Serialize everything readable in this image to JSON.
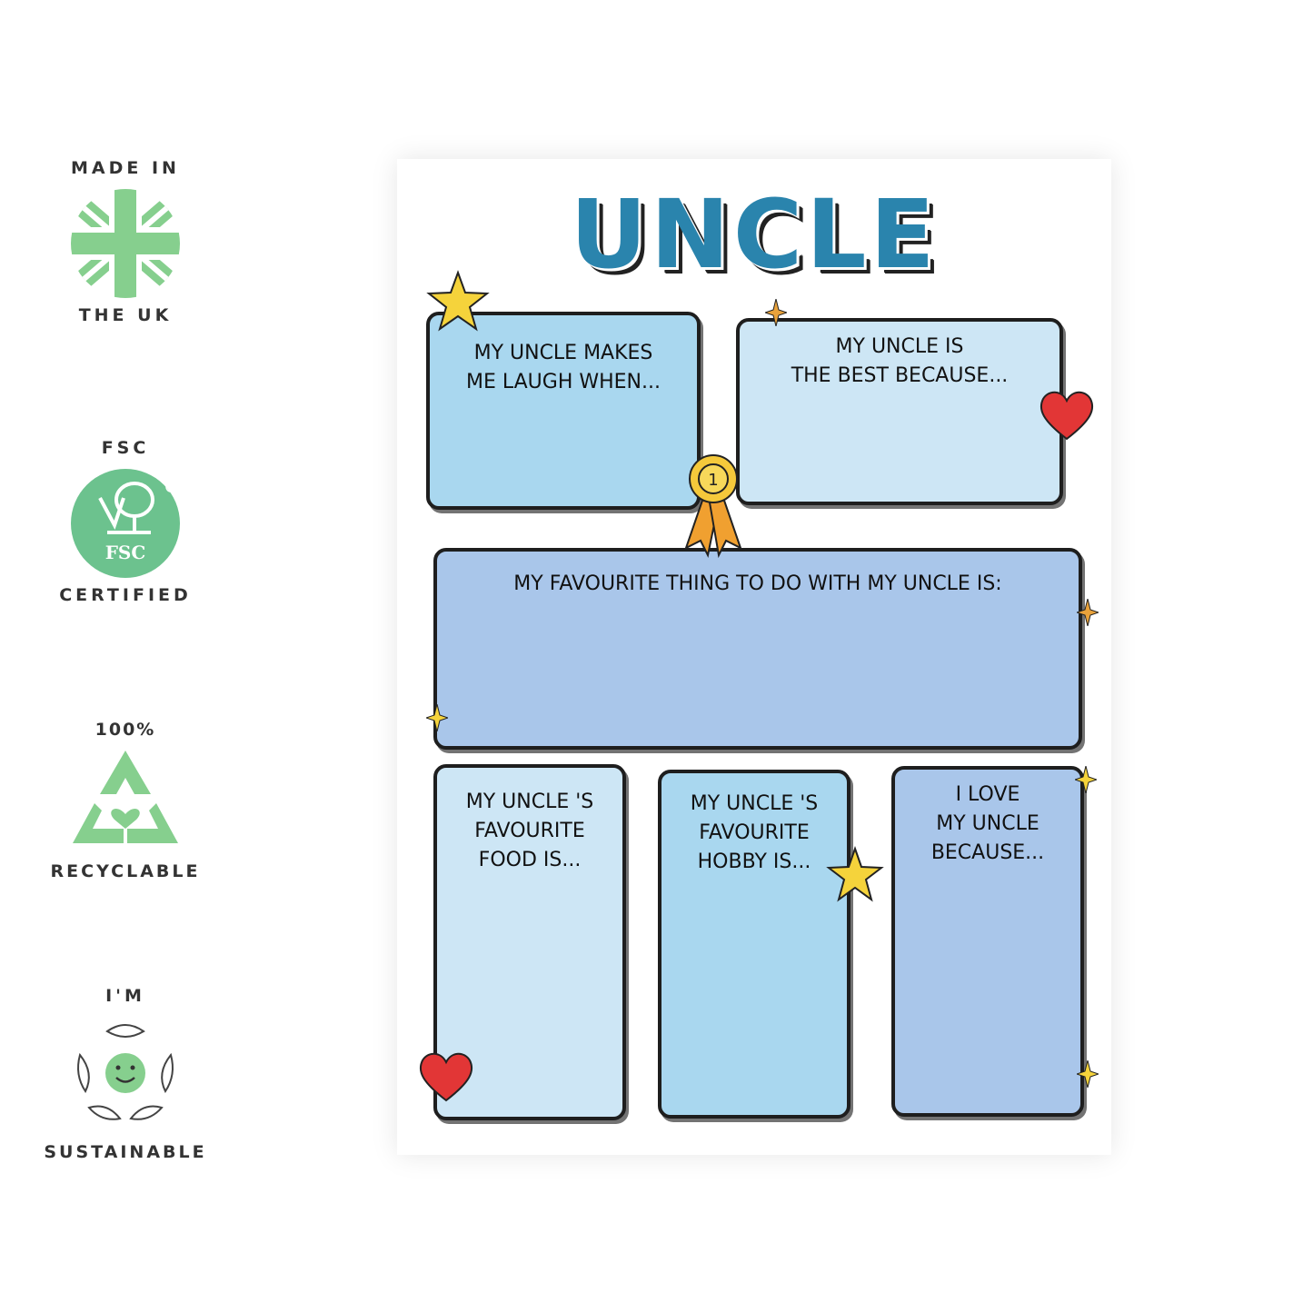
{
  "badges": {
    "uk": {
      "top": "MADE IN",
      "bottom": "THE UK"
    },
    "fsc": {
      "top": "FSC",
      "bottom": "CERTIFIED",
      "logo_text": "FSC"
    },
    "recycle": {
      "top": "100%",
      "bottom": "RECYCLABLE"
    },
    "sustainable": {
      "top": "I'M",
      "bottom": "SUSTAINABLE"
    }
  },
  "card": {
    "title": "UNCLE",
    "boxes": {
      "laugh": "MY UNCLE MAKES\nME LAUGH WHEN...",
      "best": "MY UNCLE IS\nTHE BEST BECAUSE...",
      "favourite_thing": "MY FAVOURITE THING TO DO WITH MY UNCLE IS:",
      "food": "MY UNCLE 'S\nFAVOURITE\nFOOD IS...",
      "hobby": "MY UNCLE 'S\nFAVOURITE\nHOBBY IS...",
      "love": "I LOVE\nMY UNCLE\nBECAUSE..."
    },
    "rosette_number": "1"
  },
  "colors": {
    "title_blue": "#2a84ad",
    "box_light": "#cde6f5",
    "box_mid": "#a9d7ef",
    "box_periwinkle": "#a9c6ea",
    "badge_green": "#86cf8e",
    "fsc_green": "#6cc28e"
  }
}
